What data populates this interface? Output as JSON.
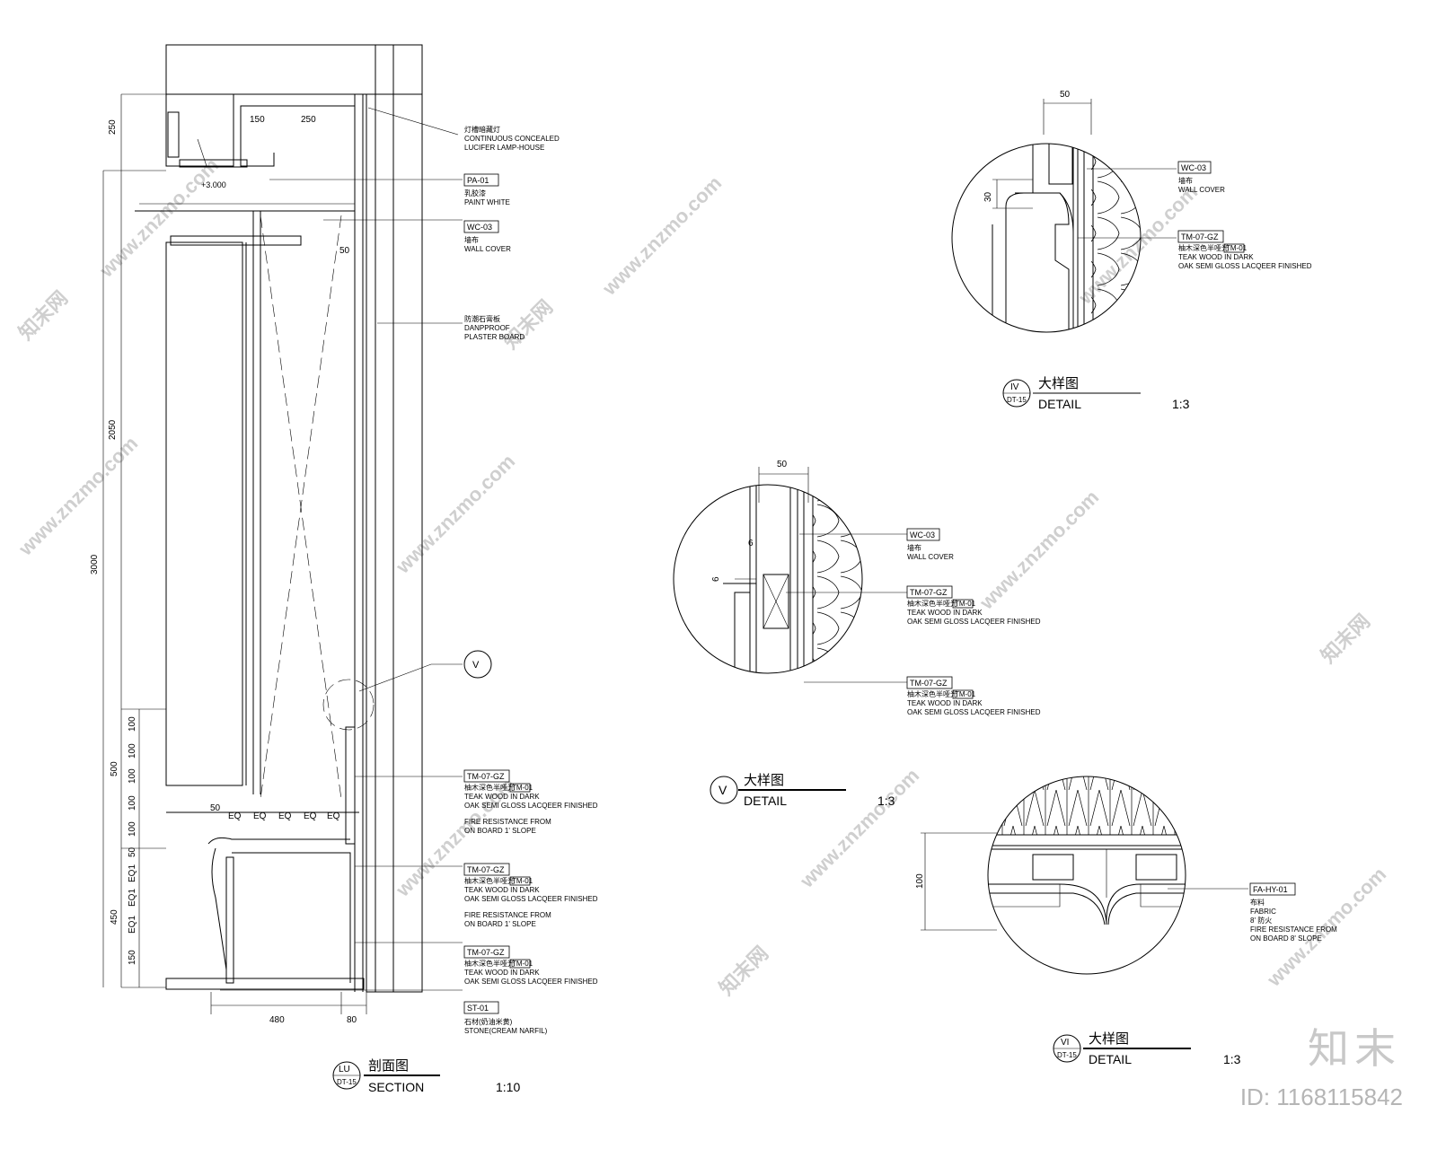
{
  "watermarks": {
    "site": "www.znzmo.com",
    "logo": "知末网"
  },
  "brand": {
    "logo_text": "知末",
    "id_label": "ID: 1168115842"
  },
  "section": {
    "mark": "LU",
    "sheet": "DT-15",
    "title_cn": "剖面图",
    "title_en": "SECTION",
    "scale": "1:10",
    "level": "+3.000",
    "dims": {
      "top": "250",
      "mid": "2050",
      "total": "3000",
      "d100a": "100",
      "d100b": "100",
      "d100c": "100",
      "d100d": "100",
      "d100e": "100",
      "d500": "500",
      "d50": "50",
      "eq1a": "EQ1",
      "eq1b": "EQ1",
      "eq1c": "EQ1",
      "d450": "450",
      "d150": "150",
      "h150": "150",
      "h250": "250",
      "w50": "50",
      "eqA": "EQ",
      "eqB": "EQ",
      "eqC": "EQ",
      "eqD": "EQ",
      "eqE": "EQ",
      "w50b": "50",
      "b480": "480",
      "b80": "80"
    },
    "callout_mark": "V",
    "callouts": [
      {
        "code": "",
        "cn": "灯槽暗藏灯",
        "en1": "CONTINUOUS CONCEALED",
        "en2": "LUCIFER LAMP-HOUSE",
        "en3": "",
        "en4": ""
      },
      {
        "code": "PA-01",
        "cn": "乳胶漆",
        "en1": "PAINT WHITE",
        "en2": "",
        "en3": "",
        "en4": ""
      },
      {
        "code": "WC-03",
        "cn": "墙布",
        "en1": "WALL COVER",
        "en2": "",
        "en3": "",
        "en4": ""
      },
      {
        "code": "",
        "cn": "防潮石膏板",
        "en1": "DANPPROOF",
        "en2": "PLASTER BOARD",
        "en3": "",
        "en4": ""
      },
      {
        "code": "TM-07-GZ",
        "sub": "TM-01",
        "cn": "柚木深色半哑光",
        "en1": "TEAK WOOD IN DARK",
        "en2": "OAK SEMI GLOSS LACQEER FINISHED",
        "en3": "FIRE RESISTANCE FROM",
        "en4": "ON BOARD 1' SLOPE"
      },
      {
        "code": "TM-07-GZ",
        "sub": "TM-01",
        "cn": "柚木深色半哑光",
        "en1": "TEAK WOOD IN DARK",
        "en2": "OAK SEMI GLOSS LACQEER FINISHED",
        "en3": "FIRE RESISTANCE FROM",
        "en4": "ON BOARD 1' SLOPE"
      },
      {
        "code": "TM-07-GZ",
        "sub": "TM-01",
        "cn": "柚木深色半哑光",
        "en1": "TEAK WOOD IN DARK",
        "en2": "OAK SEMI GLOSS LACQEER FINISHED",
        "en3": "",
        "en4": ""
      },
      {
        "code": "ST-01",
        "cn": "石材(奶油米黄)",
        "en1": "STONE(CREAM NARFIL)",
        "en2": "",
        "en3": "",
        "en4": ""
      }
    ]
  },
  "detail_iv": {
    "mark": "IV",
    "sheet": "DT-15",
    "title_cn": "大样图",
    "title_en": "DETAIL",
    "scale": "1:3",
    "dim_top": "50",
    "dim_side": "30",
    "callouts": [
      {
        "code": "WC-03",
        "cn": "墙布",
        "en1": "WALL COVER",
        "en2": ""
      },
      {
        "code": "TM-07-GZ",
        "sub": "TM-01",
        "cn": "柚木深色半哑光",
        "en1": "TEAK WOOD IN DARK",
        "en2": "OAK SEMI GLOSS LACQEER FINISHED"
      }
    ]
  },
  "detail_v": {
    "mark": "V",
    "title_cn": "大样图",
    "title_en": "DETAIL",
    "scale": "1:3",
    "dim_top": "50",
    "dim_a": "6",
    "dim_b": "6",
    "callouts": [
      {
        "code": "WC-03",
        "cn": "墙布",
        "en1": "WALL COVER",
        "en2": ""
      },
      {
        "code": "TM-07-GZ",
        "sub": "TM-01",
        "cn": "柚木深色半哑光",
        "en1": "TEAK WOOD IN DARK",
        "en2": "OAK SEMI GLOSS LACQEER FINISHED"
      },
      {
        "code": "TM-07-GZ",
        "sub": "TM-01",
        "cn": "柚木深色半哑光",
        "en1": "TEAK WOOD IN DARK",
        "en2": "OAK SEMI GLOSS LACQEER FINISHED"
      }
    ]
  },
  "detail_vi": {
    "mark": "VI",
    "sheet": "DT-15",
    "title_cn": "大样图",
    "title_en": "DETAIL",
    "scale": "1:3",
    "dim_side": "100",
    "callout": {
      "code": "FA-HY-01",
      "cn1": "布料",
      "cn2": "8' 防火",
      "en1": "FABRIC",
      "en2": "8'",
      "en3": "FIRE RESISTANCE FROM",
      "en4": "ON BOARD 8' SLOPE"
    }
  }
}
